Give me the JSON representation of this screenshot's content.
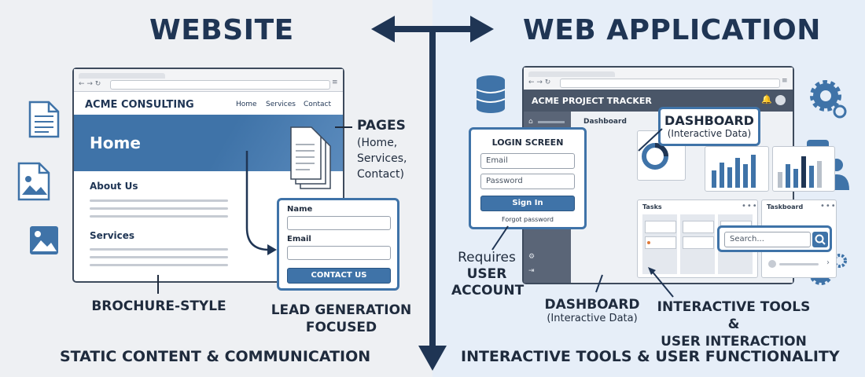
{
  "website": {
    "title": "WEBSITE",
    "brand": "ACME CONSULTING",
    "nav": [
      "Home",
      "Services",
      "Contact"
    ],
    "hero": "Home",
    "about": "About Us",
    "services": "Services",
    "pages_title": "PAGES",
    "pages_desc": [
      "(Home,",
      "Services,",
      "Contact)"
    ],
    "form": {
      "name_label": "Name",
      "email_label": "Email",
      "button": "CONTACT US"
    },
    "caption_left": "BROCHURE-STYLE",
    "caption_right": [
      "LEAD GENERATION",
      "FOCUSED"
    ],
    "footer": "STATIC CONTENT & COMMUNICATION"
  },
  "webapp": {
    "title": "WEB APPLICATION",
    "app_title": "ACME PROJECT TRACKER",
    "dashboard_label": "Dashboard",
    "callout_title": "DASHBOARD",
    "callout_sub": "(Interactive Data)",
    "login": {
      "title": "LOGIN SCREEN",
      "email_placeholder": "Email",
      "password_placeholder": "Password",
      "button": "Sign In",
      "forgot": "Forgot password"
    },
    "tasks_label": "Tasks",
    "taskboard_label": "Taskboard",
    "search_placeholder": "Search...",
    "requires": [
      "Requires",
      "USER",
      "ACCOUNT"
    ],
    "caption_dash_title": "DASHBOARD",
    "caption_dash_sub": "(Interactive Data)",
    "caption_tools": [
      "INTERACTIVE TOOLS &",
      "USER INTERACTION"
    ],
    "footer": "INTERACTIVE TOOLS & USER FUNCTIONALITY"
  },
  "colors": {
    "primary": "#3f73a8",
    "navy": "#1f3554",
    "accent_orange": "#e07a3a"
  }
}
